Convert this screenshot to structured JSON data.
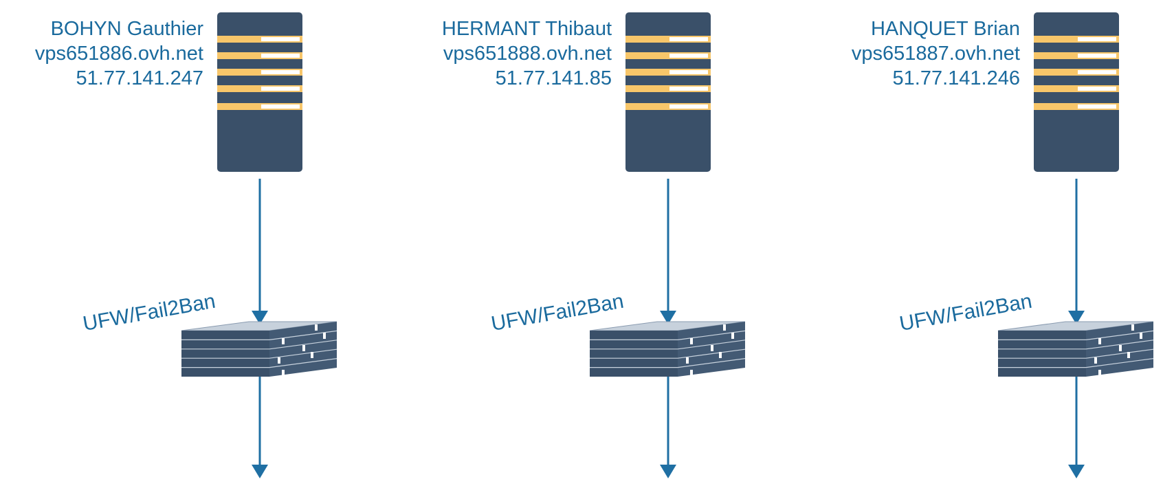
{
  "colors": {
    "label_text": "#1a6a9d",
    "server_body": "#3a5069",
    "server_stripe_accent": "#f7c66a",
    "server_stripe_light": "#ffffff",
    "firewall_body": "#3a5069",
    "arrow": "#1f6fa3"
  },
  "icons": {
    "server": "server-icon",
    "firewall": "firewall-icon"
  },
  "nodes": [
    {
      "name": "BOHYN Gauthier",
      "host": "vps651886.ovh.net",
      "ip": "51.77.141.247",
      "firewall_label": "UFW/Fail2Ban"
    },
    {
      "name": "HERMANT Thibaut",
      "host": "vps651888.ovh.net",
      "ip": "51.77.141.85",
      "firewall_label": "UFW/Fail2Ban"
    },
    {
      "name": "HANQUET Brian",
      "host": "vps651887.ovh.net",
      "ip": "51.77.141.246",
      "firewall_label": "UFW/Fail2Ban"
    }
  ]
}
